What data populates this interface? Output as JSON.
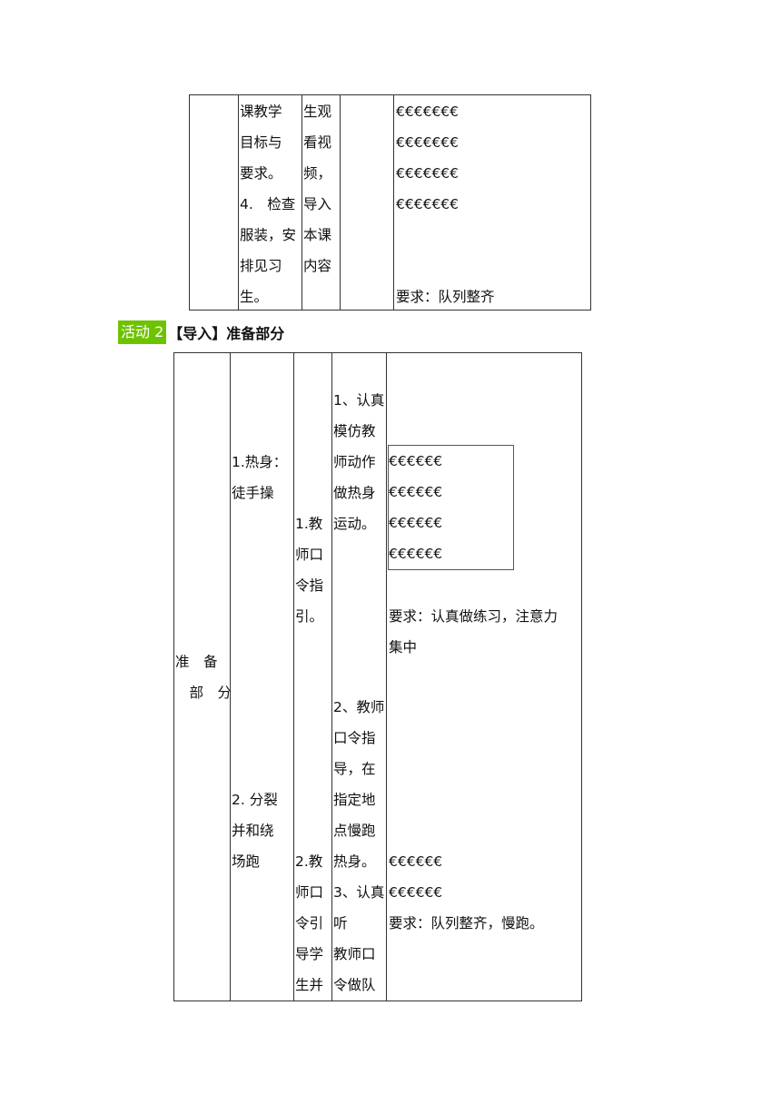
{
  "table1": {
    "col2": [
      "课教学",
      "目标与",
      "要求。",
      "4.　检查",
      "服装，安",
      "排见习",
      "生。"
    ],
    "col3": [
      "生观",
      "看视",
      "频，",
      "导入",
      "本课",
      "内容"
    ],
    "col5": [
      "€€€€€€€",
      "€€€€€€€",
      "€€€€€€€",
      "€€€€€€€"
    ],
    "requirement": "要求：队列整齐"
  },
  "activity": {
    "tag": "活动 2",
    "title": "【导入】准备部分"
  },
  "table2": {
    "section": [
      "准　备",
      "　部　分"
    ],
    "item1": [
      "1.热身：",
      "徒手操"
    ],
    "item2": [
      "2. 分裂",
      "并和绕",
      "场跑"
    ],
    "teacher1": [
      "1.教",
      "师口",
      "令指",
      "引。"
    ],
    "teacher2": [
      "2.教",
      "师口",
      "令引",
      "导学",
      "生并"
    ],
    "student1": [
      "1、认真",
      "模仿教",
      "师动作",
      "做热身",
      "运动。"
    ],
    "student2": [
      "2、教师",
      "口令指",
      "导，在",
      "指定地",
      "点慢跑",
      "热身。"
    ],
    "student3": [
      "3、认真",
      "听",
      "教师口",
      "令做队"
    ],
    "formation1": [
      "€€€€€€",
      "€€€€€€",
      "€€€€€€",
      "€€€€€€"
    ],
    "requirement1": [
      "要求：认真做练习，注意力",
      "集中"
    ],
    "formation2": [
      "€€€€€€",
      "€€€€€€"
    ],
    "requirement2": "要求：队列整齐，慢跑。"
  }
}
